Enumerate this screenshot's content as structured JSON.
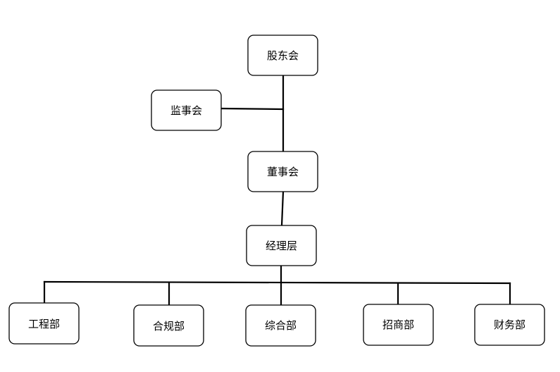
{
  "org_chart": {
    "shareholders": "股东会",
    "supervisors": "监事会",
    "board": "董事会",
    "management": "经理层",
    "departments": [
      {
        "label": "工程部"
      },
      {
        "label": "合规部"
      },
      {
        "label": "综合部"
      },
      {
        "label": "招商部"
      },
      {
        "label": "财务部"
      }
    ]
  },
  "colors": {
    "line": "#000000",
    "box_border": "#000000",
    "box_fill": "#ffffff"
  }
}
